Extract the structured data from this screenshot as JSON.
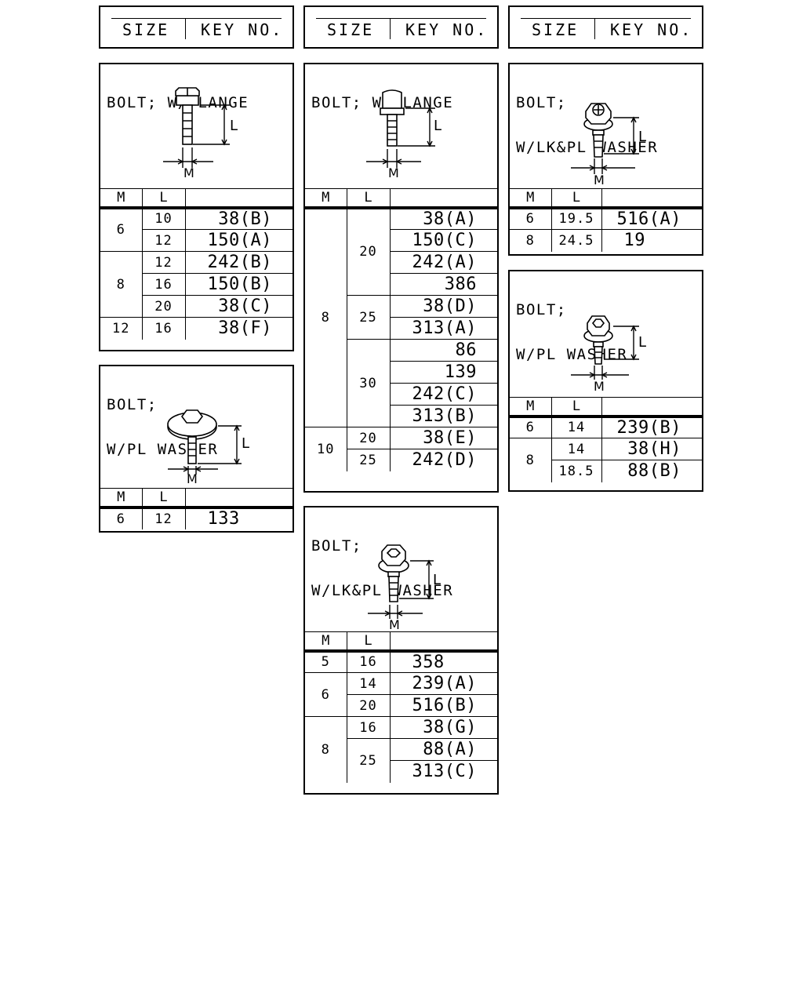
{
  "header": {
    "size_label": "SIZE",
    "key_label": "KEY NO."
  },
  "panels": {
    "p1": {
      "title": [
        "BOLT; W/FLANGE"
      ],
      "fig_labels": {
        "l": "L",
        "m": "M"
      },
      "col_m": "M",
      "col_l": "L",
      "rows": [
        {
          "m": "6",
          "l": "10",
          "key": "38(B)"
        },
        {
          "m": "",
          "l": "12",
          "key": "150(A)"
        },
        {
          "m": "8",
          "l": "12",
          "key": "242(B)"
        },
        {
          "m": "",
          "l": "16",
          "key": "150(B)"
        },
        {
          "m": "",
          "l": "20",
          "key": "38(C)"
        },
        {
          "m": "12",
          "l": "16",
          "key": "38(F)"
        }
      ]
    },
    "p2": {
      "title": [
        "BOLT;",
        "W/PL WASHER"
      ],
      "fig_labels": {
        "l": "L",
        "m": "M"
      },
      "col_m": "M",
      "col_l": "L",
      "rows": [
        {
          "m": "6",
          "l": "12",
          "key": "133"
        }
      ]
    },
    "p3": {
      "title": [
        "BOLT; W/FLANGE"
      ],
      "fig_labels": {
        "l": "L",
        "m": "M"
      },
      "col_m": "M",
      "col_l": "L",
      "groups": [
        {
          "m": "8",
          "l": "20",
          "keys": [
            "38(A)",
            "150(C)",
            "242(A)",
            "386"
          ]
        },
        {
          "m": "",
          "l": "25",
          "keys": [
            "38(D)",
            "313(A)"
          ]
        },
        {
          "m": "",
          "l": "30",
          "keys": [
            "86",
            "139",
            "242(C)",
            "313(B)"
          ]
        },
        {
          "m": "10",
          "l": "20",
          "keys": [
            "38(E)"
          ]
        },
        {
          "m": "",
          "l": "25",
          "keys": [
            "242(D)"
          ]
        }
      ]
    },
    "p4": {
      "title": [
        "BOLT;",
        "W/LK&PL WASHER"
      ],
      "fig_labels": {
        "l": "L",
        "m": "M"
      },
      "col_m": "M",
      "col_l": "L",
      "rows": [
        {
          "m": "5",
          "l": "16",
          "key": "358"
        },
        {
          "m": "6",
          "l": "14",
          "key": "239(A)"
        },
        {
          "m": "",
          "l": "20",
          "key": "516(B)"
        },
        {
          "m": "8",
          "l": "16",
          "key": "38(G)"
        },
        {
          "m": "",
          "l": "25",
          "key": "88(A)"
        },
        {
          "m": "",
          "l": "",
          "key": "313(C)"
        }
      ]
    },
    "p5": {
      "title": [
        "BOLT;",
        "W/LK&PL WASHER"
      ],
      "fig_labels": {
        "l": "L",
        "m": "M"
      },
      "col_m": "M",
      "col_l": "L",
      "rows": [
        {
          "m": "6",
          "l": "19.5",
          "key": "516(A)"
        },
        {
          "m": "8",
          "l": "24.5",
          "key": "19"
        }
      ]
    },
    "p6": {
      "title": [
        "BOLT;",
        "W/PL WASHER"
      ],
      "fig_labels": {
        "l": "L",
        "m": "M"
      },
      "col_m": "M",
      "col_l": "L",
      "rows": [
        {
          "m": "6",
          "l": "14",
          "key": "239(B)"
        },
        {
          "m": "8",
          "l": "14",
          "key": "38(H)"
        },
        {
          "m": "",
          "l": "18.5",
          "key": "88(B)"
        }
      ]
    }
  }
}
